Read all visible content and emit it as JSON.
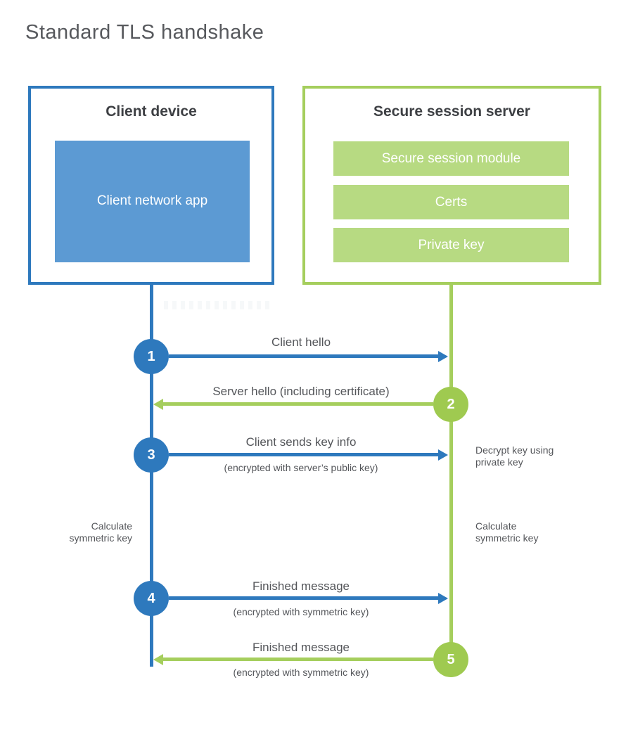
{
  "title": "Standard TLS handshake",
  "colors": {
    "blue": "#2e79bd",
    "blue_fill": "#5c9ad3",
    "green_line": "#a5ce5d",
    "green_circle": "#9fca50",
    "green_fill": "#b7da82",
    "heading_text": "#3e4044",
    "label_text": "#54565a"
  },
  "client": {
    "heading": "Client device",
    "app_label": "Client network app"
  },
  "server": {
    "heading": "Secure session server",
    "modules": [
      "Secure session module",
      "Certs",
      "Private key"
    ]
  },
  "messages": [
    {
      "step": "1",
      "from": "client",
      "direction": "right",
      "label": "Client hello",
      "sublabel": ""
    },
    {
      "step": "2",
      "from": "server",
      "direction": "left",
      "label": "Server hello (including certificate)",
      "sublabel": ""
    },
    {
      "step": "3",
      "from": "client",
      "direction": "right",
      "label": "Client sends key info",
      "sublabel": "(encrypted with server’s public key)"
    },
    {
      "step": "4",
      "from": "client",
      "direction": "right",
      "label": "Finished message",
      "sublabel": "(encrypted with symmetric key)"
    },
    {
      "step": "5",
      "from": "server",
      "direction": "left",
      "label": "Finished message",
      "sublabel": "(encrypted with symmetric key)"
    }
  ],
  "notes": {
    "decrypt": "Decrypt key using private key",
    "calculate_left": "Calculate symmetric key",
    "calculate_right": "Calculate symmetric key"
  }
}
